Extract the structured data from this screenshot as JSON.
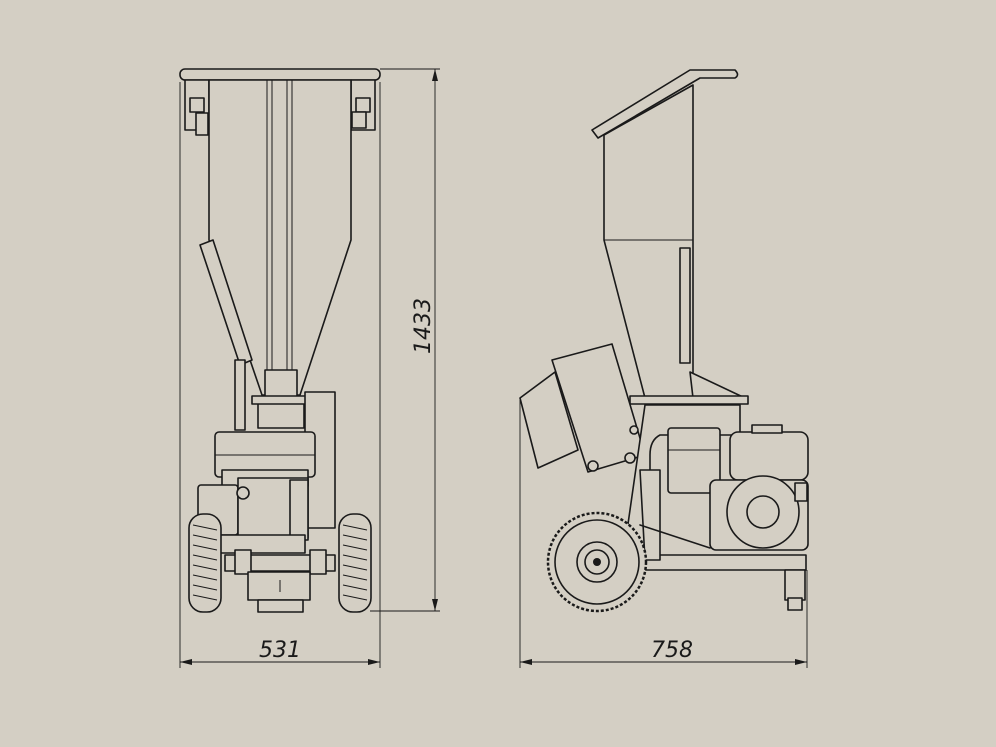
{
  "background_color": "#d4cfc4",
  "line_color": "#1a1a1a",
  "dimensions": {
    "width": "531",
    "height": "1433",
    "length": "758"
  }
}
